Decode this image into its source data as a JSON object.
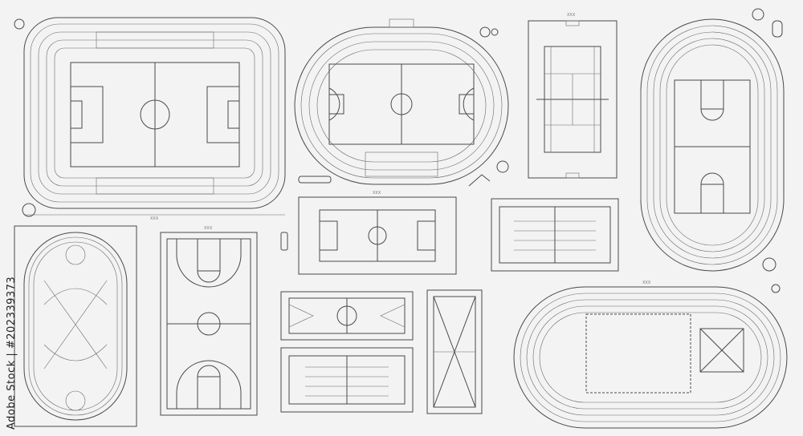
{
  "image_id_text": "Adobe Stock | #202339373",
  "colors": {
    "background": "#f3f3f3",
    "line": "#4a4a4a",
    "text": "#222222"
  },
  "dimension_marks": {
    "stadium_width": "XXX",
    "track_width": "XXX",
    "court_width": "XXX",
    "court_height": "XXX"
  }
}
